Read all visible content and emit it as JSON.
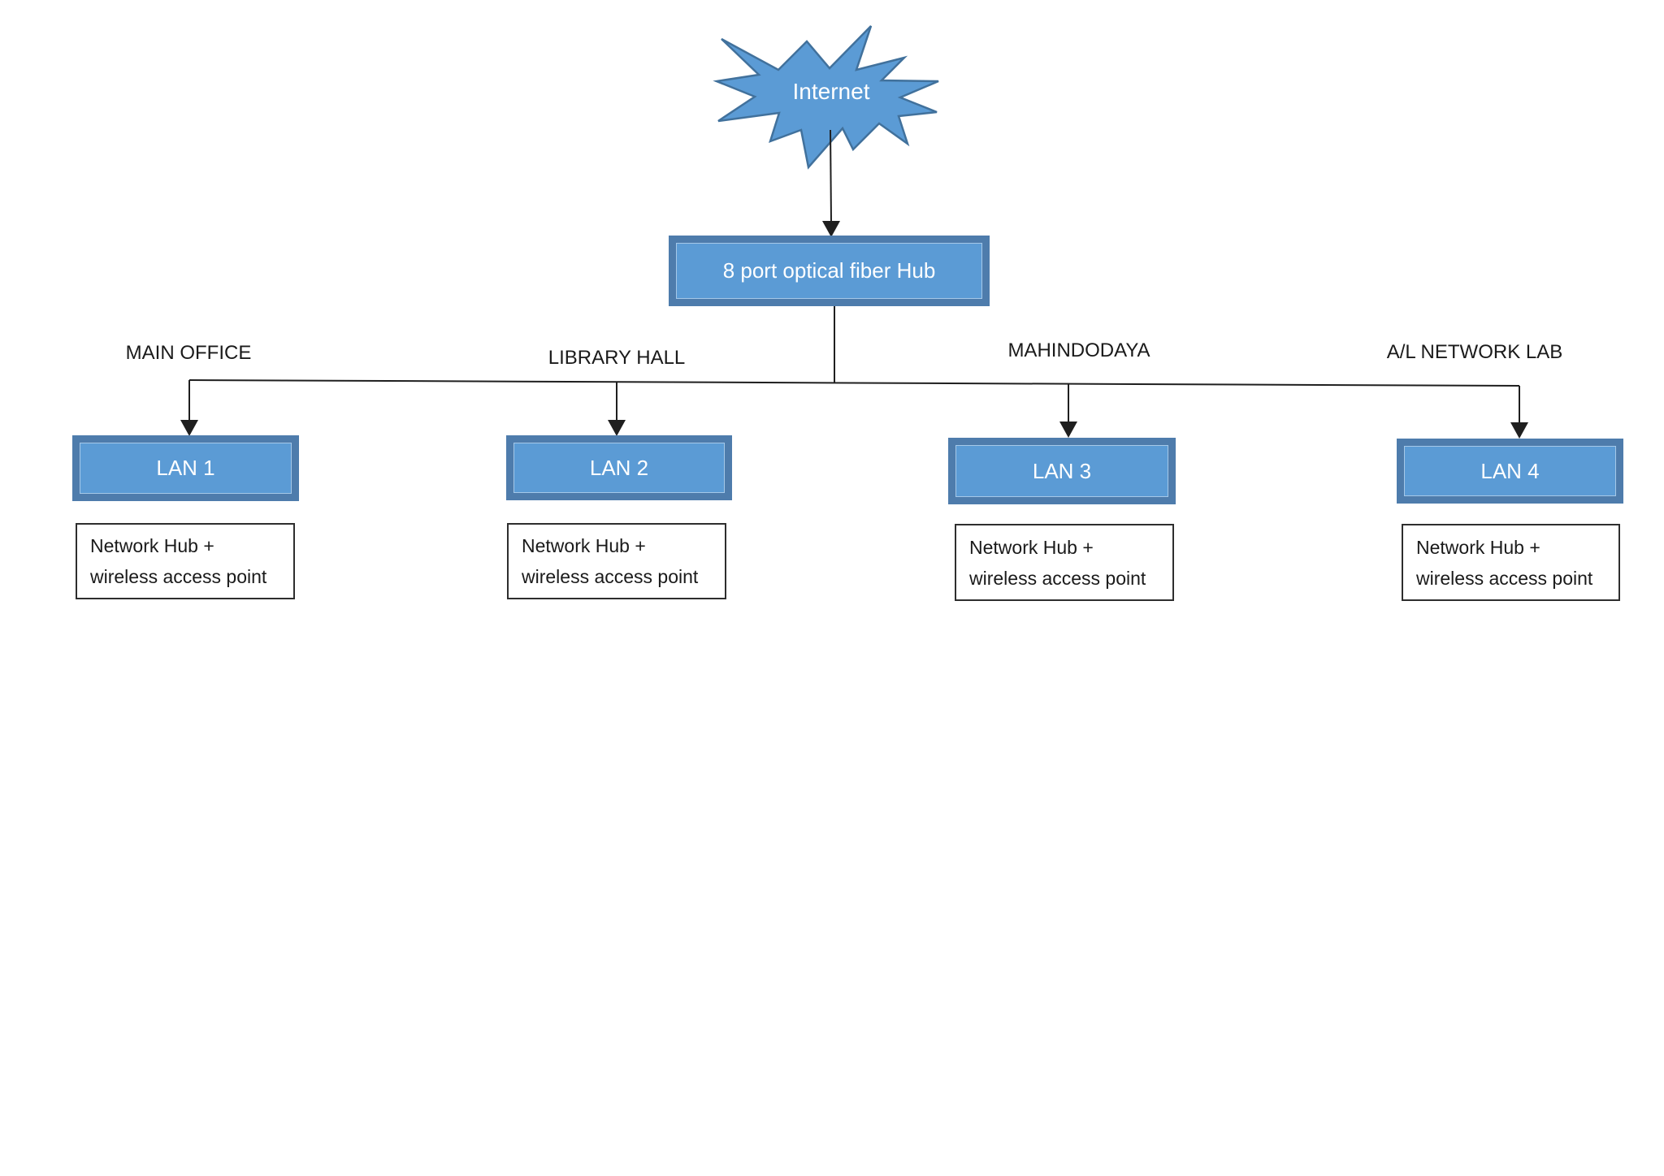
{
  "diagram": {
    "internet_node": "Internet",
    "hub_node": "8 port optical fiber Hub",
    "branches": [
      {
        "location": "MAIN OFFICE",
        "lan_label": "LAN 1",
        "equipment": [
          "Network Hub +",
          "wireless access point"
        ]
      },
      {
        "location": "LIBRARY HALL",
        "lan_label": "LAN 2",
        "equipment": [
          "Network Hub +",
          "wireless access point"
        ]
      },
      {
        "location": "MAHINDODAYA",
        "lan_label": "LAN 3",
        "equipment": [
          "Network Hub +",
          "wireless access point"
        ]
      },
      {
        "location": "A/L NETWORK LAB",
        "lan_label": "LAN 4",
        "equipment": [
          "Network Hub +",
          "wireless access point"
        ]
      }
    ],
    "colors": {
      "node_fill": "#5b9bd5",
      "node_frame": "#4e7cac",
      "node_stroke": "#41719c",
      "connector": "#1f1f1f",
      "text_on_node": "#ffffff",
      "label_text": "#1a1a1a",
      "equipment_border": "#2e2e2e"
    }
  }
}
